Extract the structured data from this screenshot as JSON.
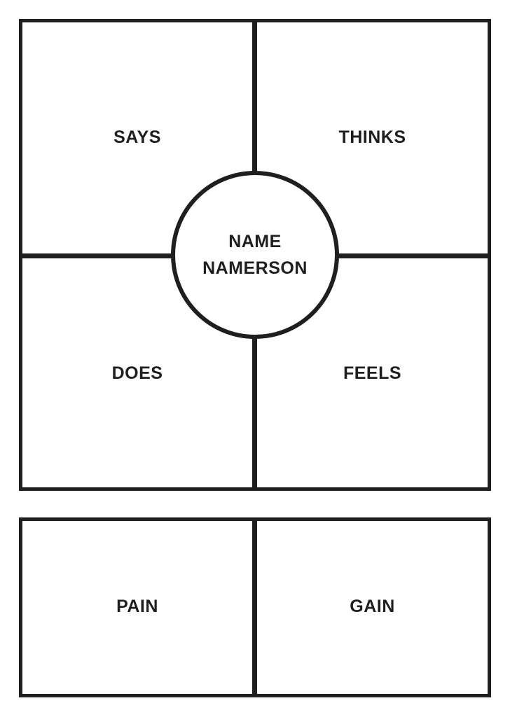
{
  "empathy_map": {
    "quadrants": {
      "says": "SAYS",
      "thinks": "THINKS",
      "does": "DOES",
      "feels": "FEELS"
    },
    "persona": {
      "first_name": "NAME",
      "last_name": "NAMERSON"
    },
    "bottom": {
      "pain": "PAIN",
      "gain": "GAIN"
    }
  },
  "colors": {
    "stroke": "#1f1f1f",
    "background": "#ffffff",
    "text": "#1f1f1f"
  }
}
